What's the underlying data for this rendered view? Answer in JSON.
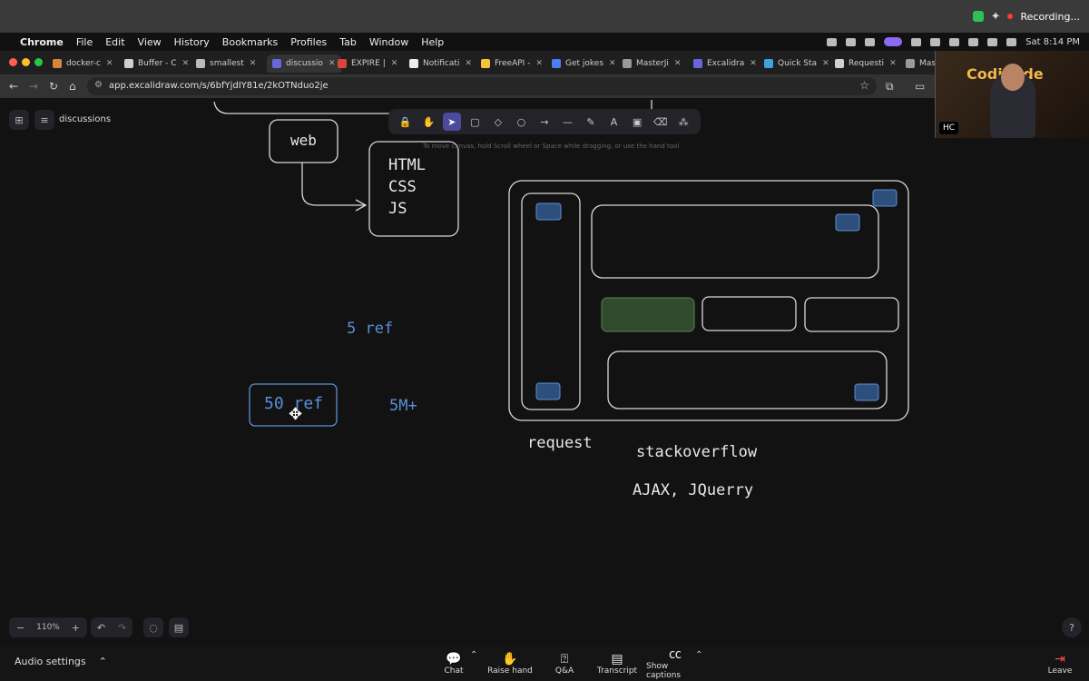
{
  "recording": {
    "status": "Recording..."
  },
  "menubar": {
    "items": [
      "Chrome",
      "File",
      "Edit",
      "View",
      "History",
      "Bookmarks",
      "Profiles",
      "Tab",
      "Window",
      "Help"
    ],
    "clock": "Sat 8:14 PM"
  },
  "tabs": [
    {
      "label": "docker-c",
      "color": "#d6863a"
    },
    {
      "label": "Buffer - C",
      "color": "#cfcfcf"
    },
    {
      "label": "smallest",
      "color": "#bbbbbb"
    },
    {
      "label": "discussio",
      "color": "#6965db",
      "active": true
    },
    {
      "label": "EXPIRE |",
      "color": "#d9453a"
    },
    {
      "label": "Notificati",
      "color": "#eeeeee"
    },
    {
      "label": "FreeAPI -",
      "color": "#f6c23b"
    },
    {
      "label": "Get jokes",
      "color": "#4c7ef3"
    },
    {
      "label": "MasterJi",
      "color": "#999999"
    },
    {
      "label": "Excalidra",
      "color": "#6965db"
    },
    {
      "label": "Quick Sta",
      "color": "#3fa2e0"
    },
    {
      "label": "Requesti",
      "color": "#d0d0d0"
    },
    {
      "label": "Mas",
      "color": "#999999"
    }
  ],
  "address": {
    "url": "app.excalidraw.com/s/6bfYjdIY81e/2kOTNduo2je"
  },
  "excalidraw": {
    "board_name": "discussions",
    "hint": "To move canvas, hold Scroll wheel or Space while dragging, or use the hand tool",
    "zoom": "110%",
    "tools": [
      {
        "name": "lock-icon",
        "glyph": "🔒"
      },
      {
        "name": "hand-icon",
        "glyph": "✋"
      },
      {
        "name": "selection-icon",
        "glyph": "➤",
        "key": "1",
        "active": true
      },
      {
        "name": "rectangle-icon",
        "glyph": "▢",
        "key": "2"
      },
      {
        "name": "diamond-icon",
        "glyph": "◇",
        "key": "3"
      },
      {
        "name": "ellipse-icon",
        "glyph": "○",
        "key": "4"
      },
      {
        "name": "arrow-icon",
        "glyph": "→",
        "key": "5"
      },
      {
        "name": "line-icon",
        "glyph": "—",
        "key": "6"
      },
      {
        "name": "pencil-icon",
        "glyph": "✎",
        "key": "7"
      },
      {
        "name": "text-icon",
        "glyph": "A",
        "key": "8"
      },
      {
        "name": "image-icon",
        "glyph": "▣",
        "key": "9"
      },
      {
        "name": "eraser-icon",
        "glyph": "⌫",
        "key": "0"
      },
      {
        "name": "shapes-icon",
        "glyph": "⁂"
      }
    ],
    "drawing": {
      "web": "web",
      "stack": [
        "HTML",
        "CSS",
        "JS"
      ],
      "ref5": "5 ref",
      "ref50": "50 ref",
      "m5": "5M+",
      "request": "request",
      "stackoverflow": "stackoverflow",
      "ajax": "AJAX, JQuerry"
    }
  },
  "webcam": {
    "logo": "CodiCode",
    "initials": "HC"
  },
  "meeting": {
    "audio": "Audio settings",
    "chat": "Chat",
    "raise": "Raise hand",
    "qa": "Q&A",
    "transcript": "Transcript",
    "captions": "Show captions",
    "leave": "Leave"
  },
  "colors": {
    "accent": "#6965db",
    "sketch": "#d8d8d8",
    "blue_text": "#5b8fd6",
    "green_fill": "#2f4a2c"
  }
}
